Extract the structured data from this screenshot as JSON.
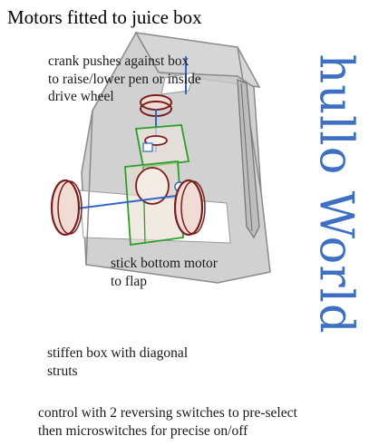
{
  "title": "Motors fitted to juice box",
  "notes": {
    "crank": "crank pushes against box to raise/lower pen or inside drive wheel",
    "stick_motor": "stick bottom motor to flap",
    "stiffen": "stiffen box with diagonal struts",
    "control_line1": "control with 2 reversing switches to pre-select",
    "control_line2": "then microswitches for precise on/off"
  },
  "vertical_text": "hullo World",
  "colors": {
    "box_fill": "#c9c9c9",
    "box_edge": "#8a8a8a",
    "wheel_outline": "#7a1f1f",
    "motor_outline": "#2aa02a",
    "axle": "#3366cc",
    "vertical_text": "#3d6fc2"
  }
}
